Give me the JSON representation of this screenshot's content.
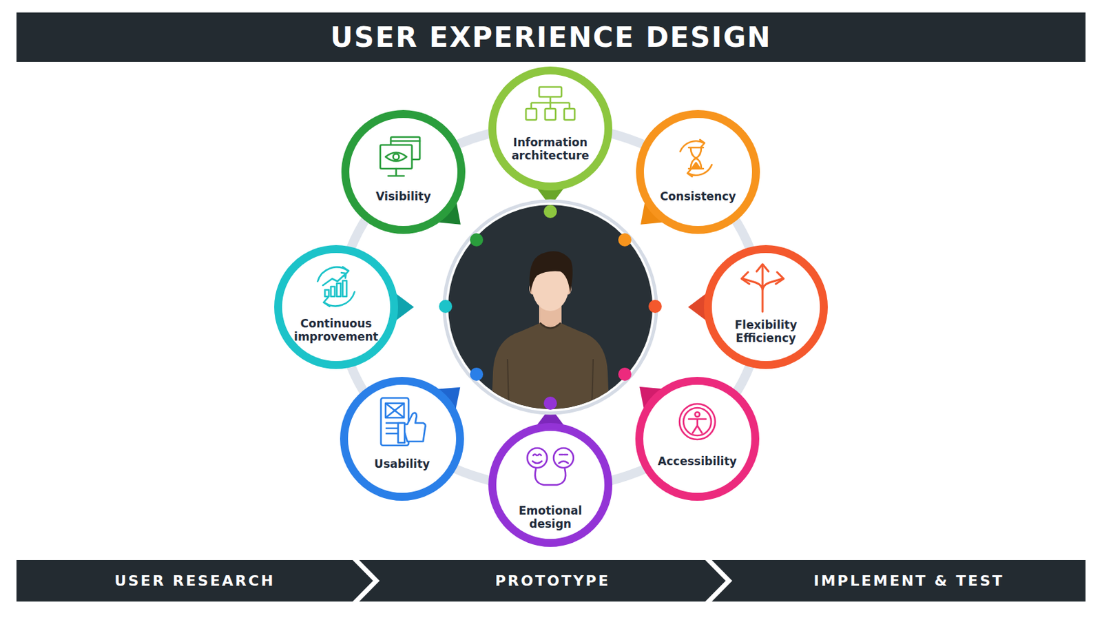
{
  "diagram": {
    "title": "USER EXPERIENCE DESIGN",
    "nodes": [
      {
        "text": [
          "Information architecture"
        ]
      },
      {
        "text": [
          "Consistency"
        ]
      },
      {
        "text": [
          "Flexibility Efficiency"
        ]
      },
      {
        "text": [
          "Accessibility"
        ]
      },
      {
        "text": [
          "Emotional design"
        ]
      },
      {
        "text": [
          "Usability"
        ]
      },
      {
        "text": [
          "Continuous improvement"
        ]
      },
      {
        "text": [
          "Visibility"
        ]
      },
      {
        "text": [
          "USER RESEARCH"
        ]
      },
      {
        "text": [
          "PROTOTYPE"
        ]
      },
      {
        "text": [
          "IMPLEMENT & TEST"
        ]
      }
    ]
  }
}
